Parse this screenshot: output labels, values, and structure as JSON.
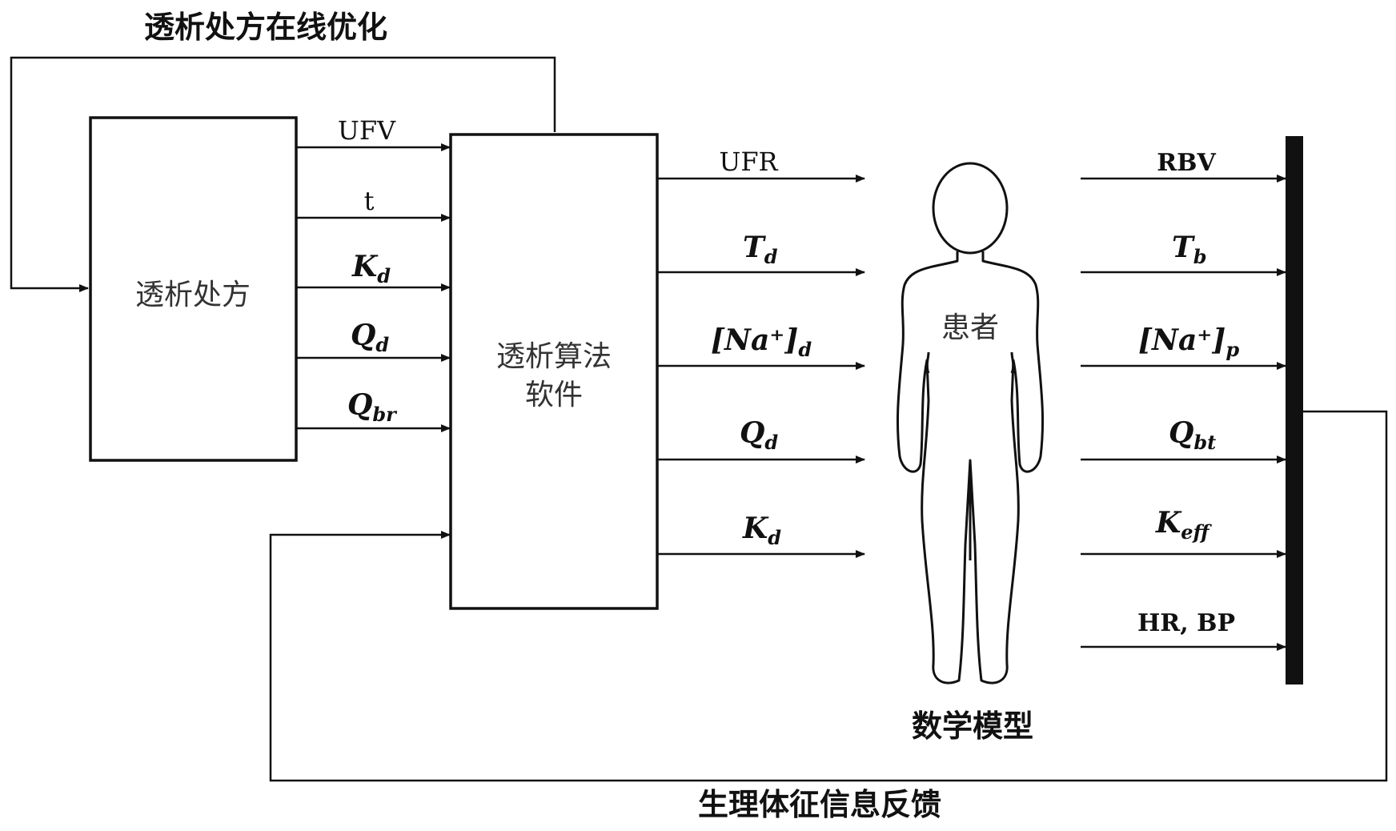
{
  "title": "透析处方在线优化",
  "feedback_label": "生理体征信息反馈",
  "prescription_box": {
    "label": "透析处方"
  },
  "software_box": {
    "label_line1": "透析算法",
    "label_line2": "软件"
  },
  "patient": {
    "label": "患者",
    "caption": "数学模型"
  },
  "prescription_outputs": [
    {
      "text": "UFV",
      "sub": ""
    },
    {
      "text": "t",
      "sub": ""
    },
    {
      "text": "K",
      "sub": "d"
    },
    {
      "text": "Q",
      "sub": "d"
    },
    {
      "text": "Q",
      "sub": "br"
    }
  ],
  "software_outputs": [
    {
      "text": "UFR",
      "sub": ""
    },
    {
      "text": "T",
      "sub": "d"
    },
    {
      "text": "[Na⁺]",
      "sub": "d"
    },
    {
      "text": "Q",
      "sub": "d"
    },
    {
      "text": "K",
      "sub": "d"
    }
  ],
  "patient_outputs": [
    {
      "text": "RBV",
      "sub": ""
    },
    {
      "text": "T",
      "sub": "b"
    },
    {
      "text": "[Na⁺]",
      "sub": "p"
    },
    {
      "text": "Q",
      "sub": "bt"
    },
    {
      "text": "K",
      "sub": "eff"
    },
    {
      "text": "HR,  BP",
      "sub": ""
    }
  ]
}
